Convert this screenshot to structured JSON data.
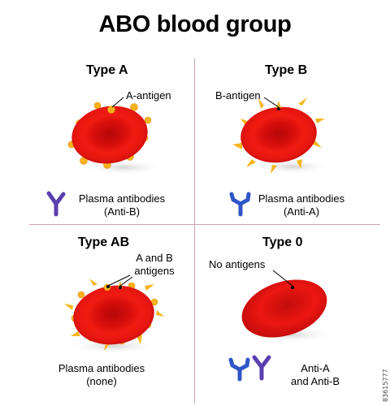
{
  "title": "ABO blood group",
  "quadrants": {
    "a": {
      "type_label": "Type A",
      "antigen_label": "A-antigen",
      "antibody_line1": "Plasma antibodies",
      "antibody_line2": "(Anti-B)"
    },
    "b": {
      "type_label": "Type B",
      "antigen_label": "B-antigen",
      "antibody_line1": "Plasma antibodies",
      "antibody_line2": "(Anti-A)"
    },
    "ab": {
      "type_label": "Type AB",
      "antigen_line1": "A and B",
      "antigen_line2": "antigens",
      "antibody_line1": "Plasma antibodies",
      "antibody_line2": "(none)"
    },
    "o": {
      "type_label": "Type 0",
      "antigen_label": "No antigens",
      "antibody_line1": "Anti-A",
      "antibody_line2": "and  Anti-B"
    }
  },
  "stock_id": "83615777",
  "colors": {
    "cell_red": "#e0110f",
    "cell_dark": "#b80808",
    "antigen_yellow": "#f6b21b",
    "antigen_orange": "#f07818",
    "antibody_purple": "#5a3fb0",
    "antibody_blue": "#2f56c8",
    "divider": "#c9a6ad"
  }
}
